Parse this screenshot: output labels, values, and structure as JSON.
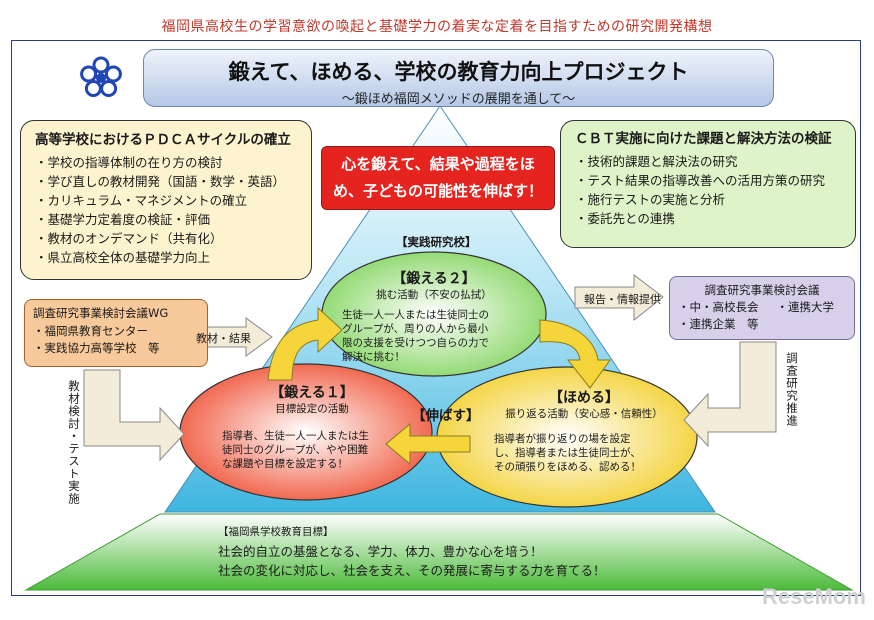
{
  "top_title": "福岡県高校生の学習意欲の喚起と基礎学力の着実な定着を目指すための研究開発構想",
  "header": {
    "title": "鍛えて、ほめる、学校の教育力向上プロジェクト",
    "subtitle": "～鍛ほめ福岡メソッドの展開を通して～"
  },
  "pdca": {
    "title": "高等学校におけるＰＤＣＡサイクルの確立",
    "items": [
      "・学校の指導体制の在り方の検討",
      "・学び直しの教材開発（国語・数学・英語）",
      "・カリキュラム・マネジメントの確立",
      "・基礎学力定着度の検証・評価",
      "・教材のオンデマンド（共有化）",
      "・県立高校全体の基礎学力向上"
    ]
  },
  "cbt": {
    "title": "ＣＢＴ実施に向けた課題と解決方法の検証",
    "items": [
      "・技術的課題と解決法の研究",
      "・テスト結果の指導改善への活用方策の研究",
      "・施行テストの実施と分析",
      "・委託先との連携"
    ]
  },
  "slogan": {
    "line1": "心を鍛えて、結果や過程をほ",
    "line2": "め、子どもの可能性を伸ばす！"
  },
  "jissen_label": "【実践研究校】",
  "kitaeru2": {
    "title": "【鍛える２】",
    "sub": "挑む活動（不安の払拭）",
    "body": [
      "生徒一人一人または生徒同士の",
      "グループが、周りの人から最小",
      "限の支援を受けつつ自らの力で",
      "解決に挑む！"
    ]
  },
  "kitaeru1": {
    "title": "【鍛える１】",
    "sub": "目標設定の活動",
    "body": [
      "指導者、生徒一人一人または生",
      "徒同士のグループが、やや困難",
      "な課題や目標を設定する！"
    ]
  },
  "homeru": {
    "title": "【ほめる】",
    "sub": "振り返る活動（安心感・信頼性）",
    "body": [
      "指導者が振り返りの場を設定",
      "し、指導者または生徒同士が、",
      "その頑張りをほめる、認める！"
    ]
  },
  "nobasu": "【伸ばす】",
  "wg": {
    "title": "調査研究事業検討会議WG",
    "items": [
      "・福岡県教育センター",
      "・実践協力高等学校　等"
    ]
  },
  "kentou": {
    "title": "調査研究事業検討会議",
    "items": [
      "・中・高校長会",
      "・連携大学",
      "・連携企業　等"
    ]
  },
  "arrows": {
    "kyozai": "教材・結果",
    "houkoku": "報告・情報提供",
    "left_vertical": "教材検討・テスト実施",
    "right_vertical": "調査研究推進"
  },
  "goal": {
    "title": "【福岡県学校教育目標】",
    "line1": "社会的自立の基盤となる、学力、体力、豊かな心を培う！",
    "line2": "社会の変化に対応し、社会を支え、その発展に寄与する力を育てる！"
  },
  "watermark": "ReseMom",
  "colors": {
    "title_red": "#c0392b",
    "slogan_red": "#e52420",
    "pyramid_cyan": "#5fc7e8",
    "base_green": "#5cc24a",
    "circle_green": "#8fd86a",
    "circle_red": "#ef5a3a",
    "circle_yellow": "#f4d23a"
  }
}
